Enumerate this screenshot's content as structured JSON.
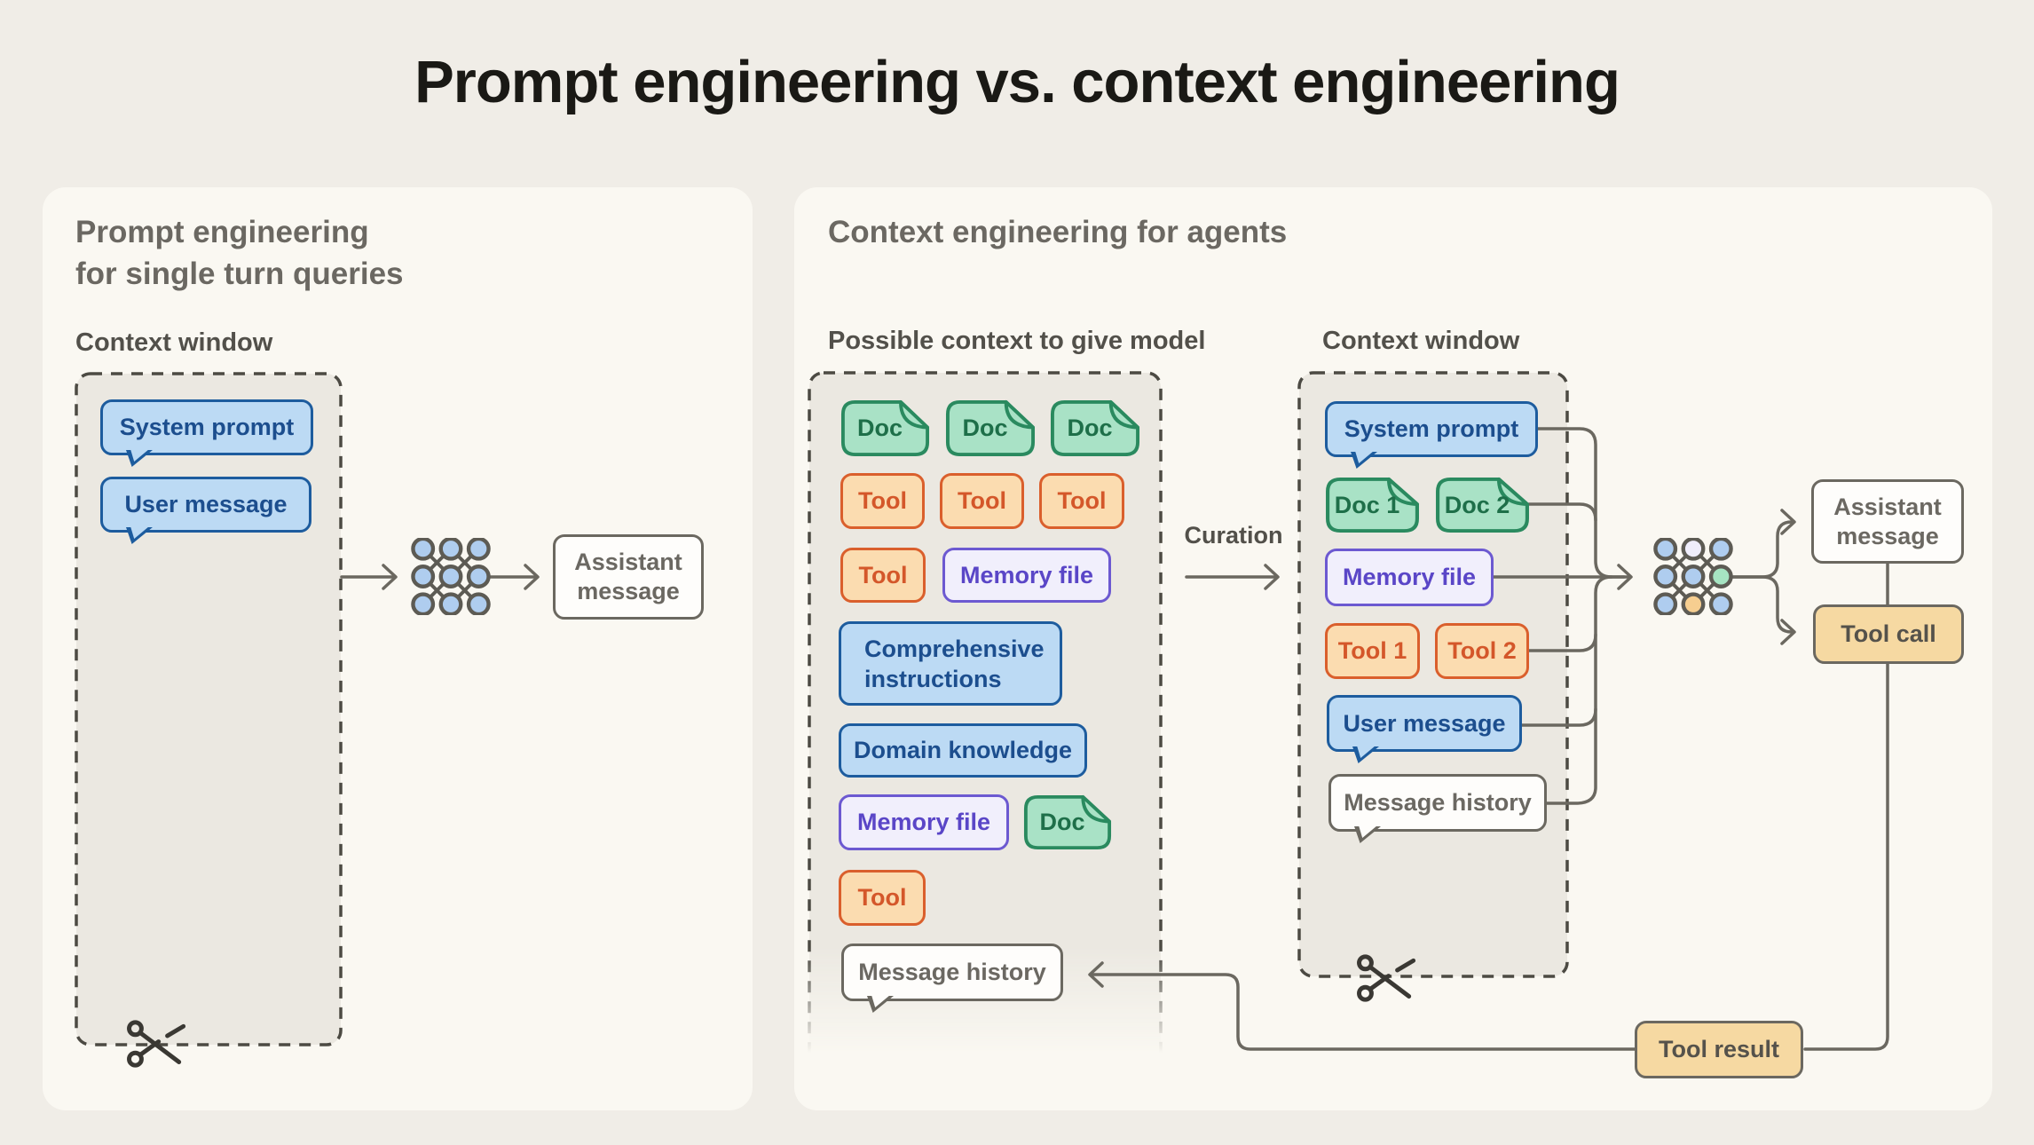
{
  "title": "Prompt engineering vs. context engineering",
  "left": {
    "heading_line1": "Prompt engineering",
    "heading_line2": "for single turn queries",
    "context_window_label": "Context window",
    "system_prompt": "System prompt",
    "user_message": "User message",
    "assistant_message": "Assistant message"
  },
  "right": {
    "heading": "Context engineering for agents",
    "possible_label": "Possible context to give model",
    "context_window_label": "Context window",
    "curation_label": "Curation",
    "possible": {
      "doc": "Doc",
      "tool": "Tool",
      "memory_file": "Memory file",
      "comprehensive_instructions": "Comprehensive instructions",
      "domain_knowledge": "Domain knowledge",
      "message_history": "Message history"
    },
    "window": {
      "system_prompt": "System prompt",
      "doc1": "Doc 1",
      "doc2": "Doc 2",
      "memory_file": "Memory file",
      "tool1": "Tool 1",
      "tool2": "Tool 2",
      "user_message": "User message",
      "message_history": "Message history"
    },
    "outputs": {
      "assistant_message": "Assistant message",
      "tool_call": "Tool call",
      "tool_result": "Tool result"
    }
  },
  "icons": {
    "neural_network": "neural-network-icon",
    "scissors": "scissors-icon",
    "doc": "doc-icon"
  },
  "colors": {
    "page_bg": "#F0EDE7",
    "panel_bg": "#FAF8F2",
    "dashed_fill": "#EBE8E1",
    "blue_border": "#1D5C9E",
    "green_border": "#2A8A5F",
    "orange_border": "#DA5F2C",
    "purple_border": "#6C59D1",
    "tan_fill": "#F6D9A2",
    "wire_gray": "#6B6860"
  }
}
